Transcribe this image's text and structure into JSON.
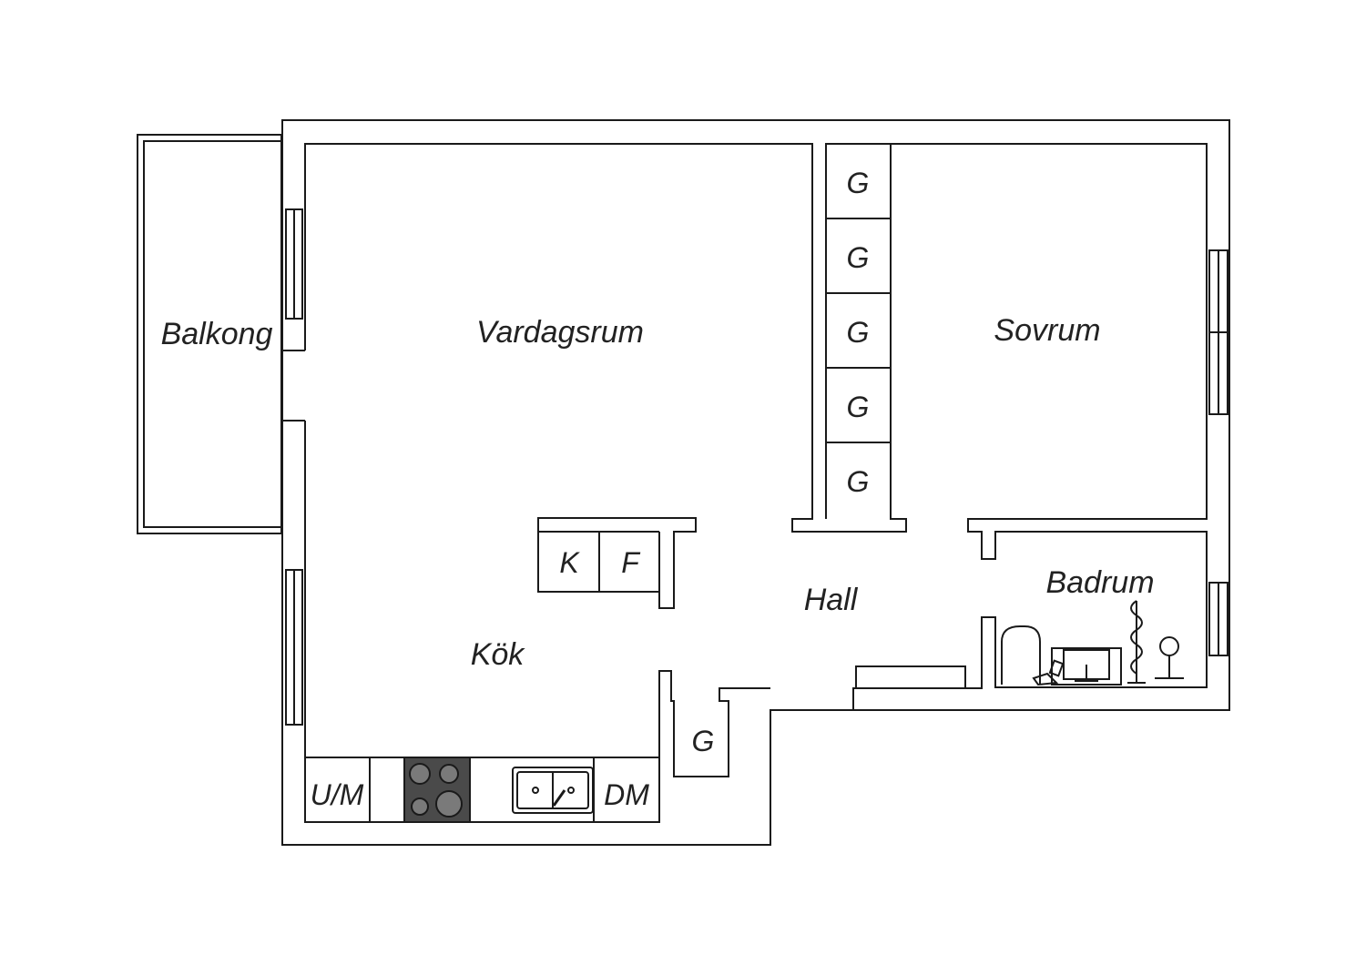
{
  "rooms": {
    "balkong": "Balkong",
    "vardagsrum": "Vardagsrum",
    "sovrum": "Sovrum",
    "hall": "Hall",
    "kok": "Kök",
    "badrum": "Badrum"
  },
  "closets": [
    "G",
    "G",
    "G",
    "G",
    "G"
  ],
  "hall_closet": "G",
  "appliances": {
    "kyl": "K",
    "frys": "F",
    "um": "U/M",
    "dm": "DM"
  },
  "colors": {
    "wall": "#1a1a1a",
    "background": "#ffffff",
    "stove": "#4a4a4a"
  }
}
